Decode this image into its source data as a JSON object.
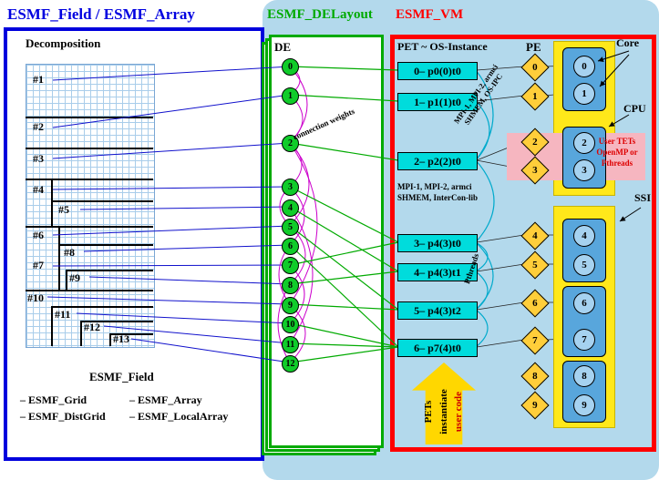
{
  "titles": {
    "field_array": "ESMF_Field / ESMF_Array",
    "delayout": "ESMF_DELayout",
    "vm": "ESMF_VM"
  },
  "decomposition": {
    "heading": "Decomposition",
    "regions": [
      "#1",
      "#2",
      "#3",
      "#4",
      "#5",
      "#6",
      "#7",
      "#8",
      "#9",
      "#10",
      "#11",
      "#12",
      "#13"
    ]
  },
  "field_legend": {
    "title": "ESMF_Field",
    "items": [
      "– ESMF_Grid",
      "– ESMF_Array",
      "– ESMF_DistGrid",
      "– ESMF_LocalArray"
    ]
  },
  "delayout": {
    "heading": "DE",
    "connection_label": "connection weights",
    "des": [
      "0",
      "1",
      "2",
      "3",
      "4",
      "5",
      "6",
      "7",
      "8",
      "9",
      "10",
      "11",
      "12"
    ]
  },
  "vm": {
    "pet_heading": "PET ~ OS-Instance",
    "pe_heading": "PE",
    "core_label": "Core",
    "cpu_label": "CPU",
    "ssi_label": "SSI",
    "pets": [
      "0– p0(0)t0",
      "1– p1(1)t0",
      "2– p2(2)t0",
      "3– p4(3)t0",
      "4– p4(3)t1",
      "5– p4(3)t2",
      "6– p7(4)t0"
    ],
    "pes": [
      "0",
      "1",
      "2",
      "3",
      "4",
      "5",
      "6",
      "7",
      "8",
      "9"
    ],
    "cores": [
      "0",
      "1",
      "2",
      "3",
      "4",
      "5",
      "6",
      "7",
      "8",
      "9"
    ],
    "user_tets": [
      "User TETs",
      "OpenMP or",
      "Pthreads"
    ],
    "comm_rotated": [
      "MPI-1, MPI-2, armci",
      "SHMEM, OS-IPC"
    ],
    "comm_horizontal": [
      "MPI-1, MPI-2, armci",
      "SHMEM, InterCon-lib"
    ],
    "pthreads_label": "Pthreads",
    "arrow_text": [
      "PETs",
      "instantiate",
      "user code"
    ]
  },
  "colors": {
    "accent_blue": "#0000dd",
    "accent_green": "#00aa00",
    "accent_red": "#ff0000",
    "pet_cyan": "#00dcdc",
    "pe_yellow": "#ffce3a",
    "core_blue": "#58a6dc",
    "bg_blue": "#b3d9ec",
    "highlight_pink": "#f6b6c0",
    "de_green": "#10cc2a",
    "arrow_yellow": "#ffd700"
  }
}
